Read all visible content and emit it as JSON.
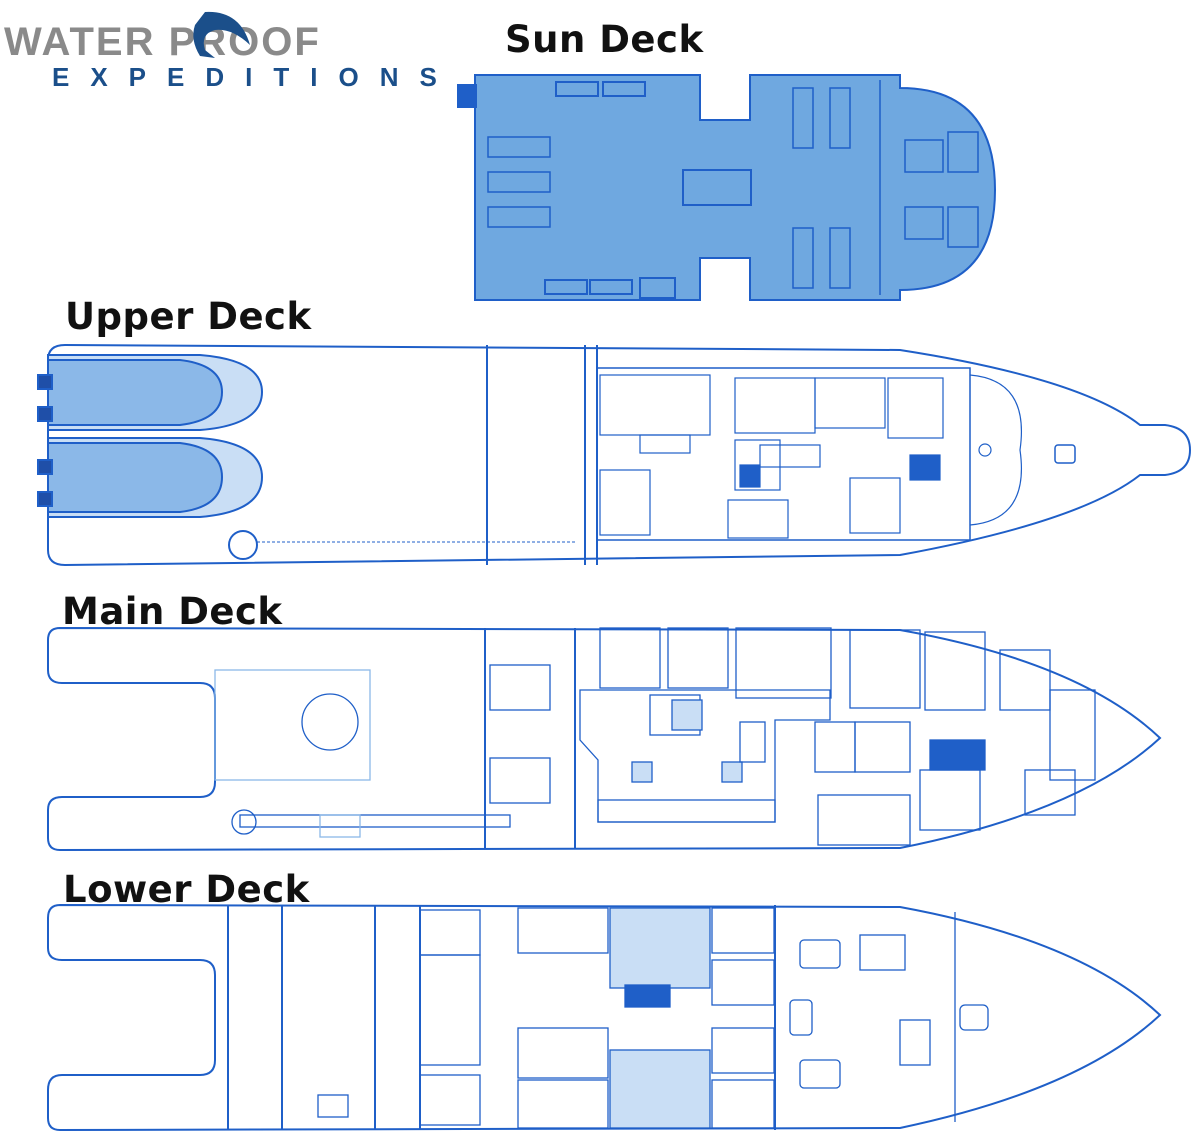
{
  "logo": {
    "top": "WATER   PROOF",
    "bottom": "EXPEDITIONS",
    "brand_color": "#1b4f8a"
  },
  "decks": {
    "sun": "Sun Deck",
    "upper": "Upper Deck",
    "main": "Main Deck",
    "lower": "Lower Deck"
  },
  "colors": {
    "line": "#1f5fc8",
    "fill": "#6fa8e0",
    "light": "#c9def5"
  }
}
